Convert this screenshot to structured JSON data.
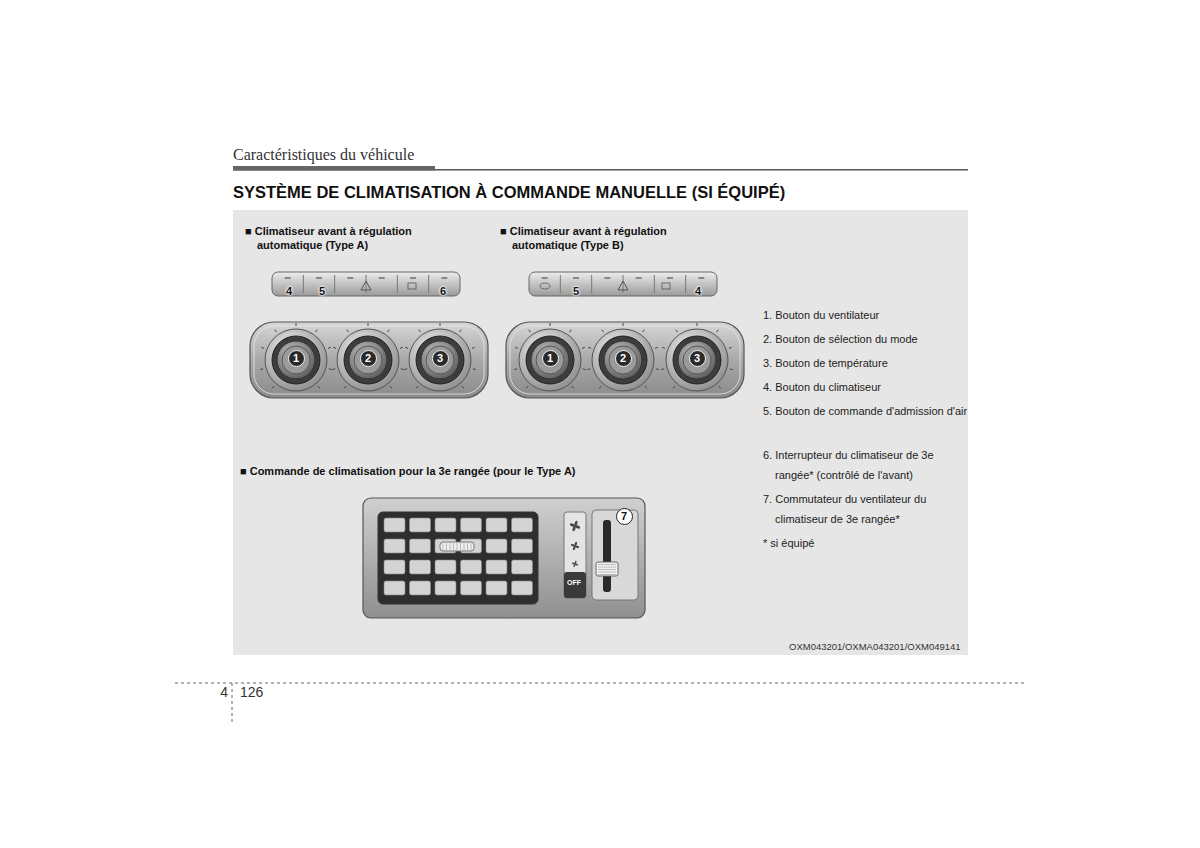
{
  "diagram": {
    "title": "SYSTÈME DE CLIMATISATION À COMMANDE MANUELLE (SI ÉQUIPÉ)",
    "nodes": [
      {
        "text": [
          "1"
        ]
      },
      {
        "text": [
          "2"
        ]
      },
      {
        "text": [
          "3"
        ]
      },
      {
        "text": [
          "1"
        ]
      },
      {
        "text": [
          "2"
        ]
      },
      {
        "text": [
          "3"
        ]
      },
      {
        "text": [
          "7"
        ]
      }
    ],
    "labels": [
      "Caractéristiques du véhicule",
      "■ Climatiseur avant à régulation automatique (Type A)",
      "■ Climatiseur avant à régulation automatique (Type B)",
      "4",
      "5",
      "6",
      "5",
      "4",
      "1. Bouton du ventilateur",
      "2. Bouton de sélection du mode",
      "3. Bouton de température",
      "4. Bouton du climatiseur",
      "5. Bouton de commande d'admission d'air",
      "6. Interrupteur du climatiseur de 3e rangée* (contrôlé de l'avant)",
      "7. Commutateur du ventilateur du climatiseur de 3e rangée*",
      "* si équipé",
      "■ Commande de climatisation pour la 3e rangée (pour le Type A)",
      "OFF",
      "OXM043201/OXMA043201/OXM049141",
      "4",
      "126"
    ]
  }
}
